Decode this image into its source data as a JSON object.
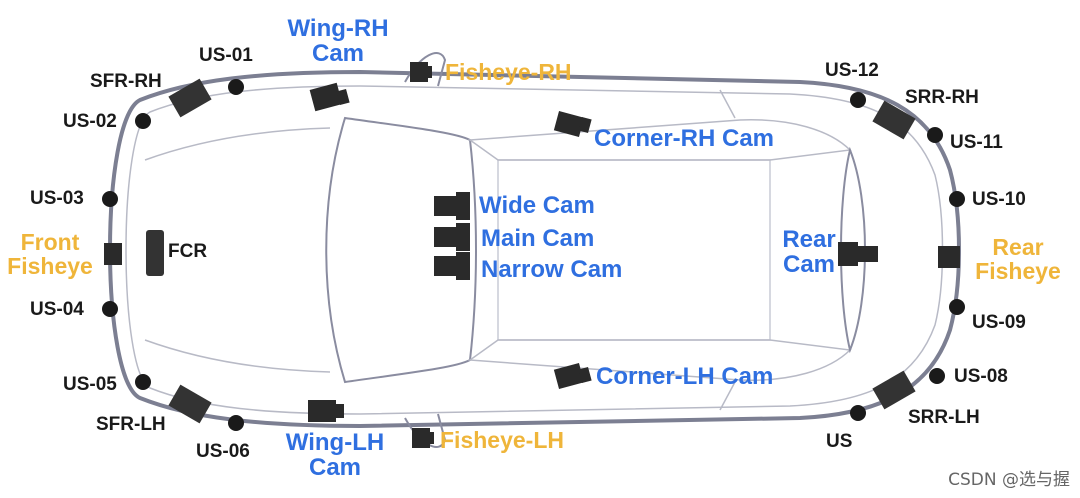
{
  "labels": {
    "us01": "US-01",
    "us02": "US-02",
    "us03": "US-03",
    "us04": "US-04",
    "us05": "US-05",
    "us06": "US-06",
    "us08": "US-08",
    "us09": "US-09",
    "us10": "US-10",
    "us11": "US-11",
    "us12": "US-12",
    "us_last": "US",
    "sfr_rh": "SFR-RH",
    "sfr_lh": "SFR-LH",
    "srr_rh": "SRR-RH",
    "srr_lh": "SRR-LH",
    "fcr": "FCR",
    "wing_rh_1": "Wing-RH",
    "wing_rh_2": "Cam",
    "wing_lh_1": "Wing-LH",
    "wing_lh_2": "Cam",
    "fisheye_rh": "Fisheye-RH",
    "fisheye_lh": "Fisheye-LH",
    "corner_rh": "Corner-RH Cam",
    "corner_lh": "Corner-LH Cam",
    "wide": "Wide Cam",
    "main": "Main Cam",
    "narrow": "Narrow Cam",
    "rear_cam_1": "Rear",
    "rear_cam_2": "Cam",
    "front_fisheye_1": "Front",
    "front_fisheye_2": "Fisheye",
    "rear_fisheye_1": "Rear",
    "rear_fisheye_2": "Fisheye"
  },
  "watermark": "CSDN @选与握",
  "colors": {
    "camera_label": "#2f6fe0",
    "fisheye_label": "#efb53a",
    "sensor_dot": "#1a1a1a",
    "car_outline": "#7c7f92"
  }
}
